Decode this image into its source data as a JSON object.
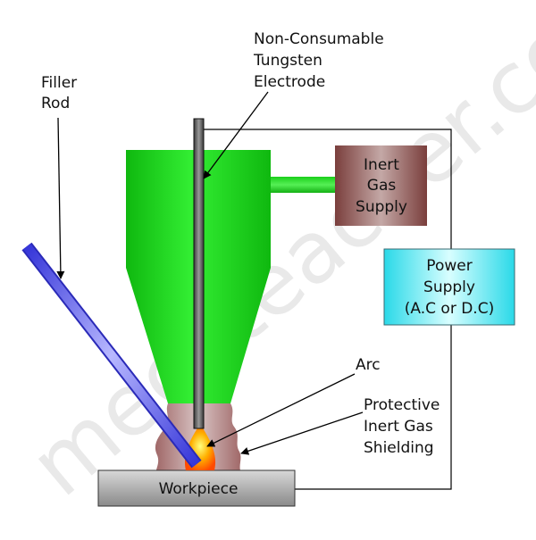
{
  "labels": {
    "electrode_line1": "Non-Consumable",
    "electrode_line2": "Tungsten",
    "electrode_line3": "Electrode",
    "filler_line1": "Filler",
    "filler_line2": "Rod",
    "gas_line1": "Inert",
    "gas_line2": "Gas",
    "gas_line3": "Supply",
    "power_line1": "Power",
    "power_line2": "Supply",
    "power_line3": "(A.C or D.C)",
    "arc": "Arc",
    "shield_line1": "Protective",
    "shield_line2": "Inert Gas",
    "shield_line3": "Shielding",
    "workpiece": "Workpiece"
  },
  "watermark": "mechteacher.com",
  "colors": {
    "torch_green": "#1ad91a",
    "gas_box": "#8a4a48",
    "power_box": "#38e8f5",
    "rod_blue": "#4646e0",
    "workpiece_gray": "#9a9a9a",
    "shield_mauve": "#b08080",
    "arc_orange": "#ffa500"
  }
}
